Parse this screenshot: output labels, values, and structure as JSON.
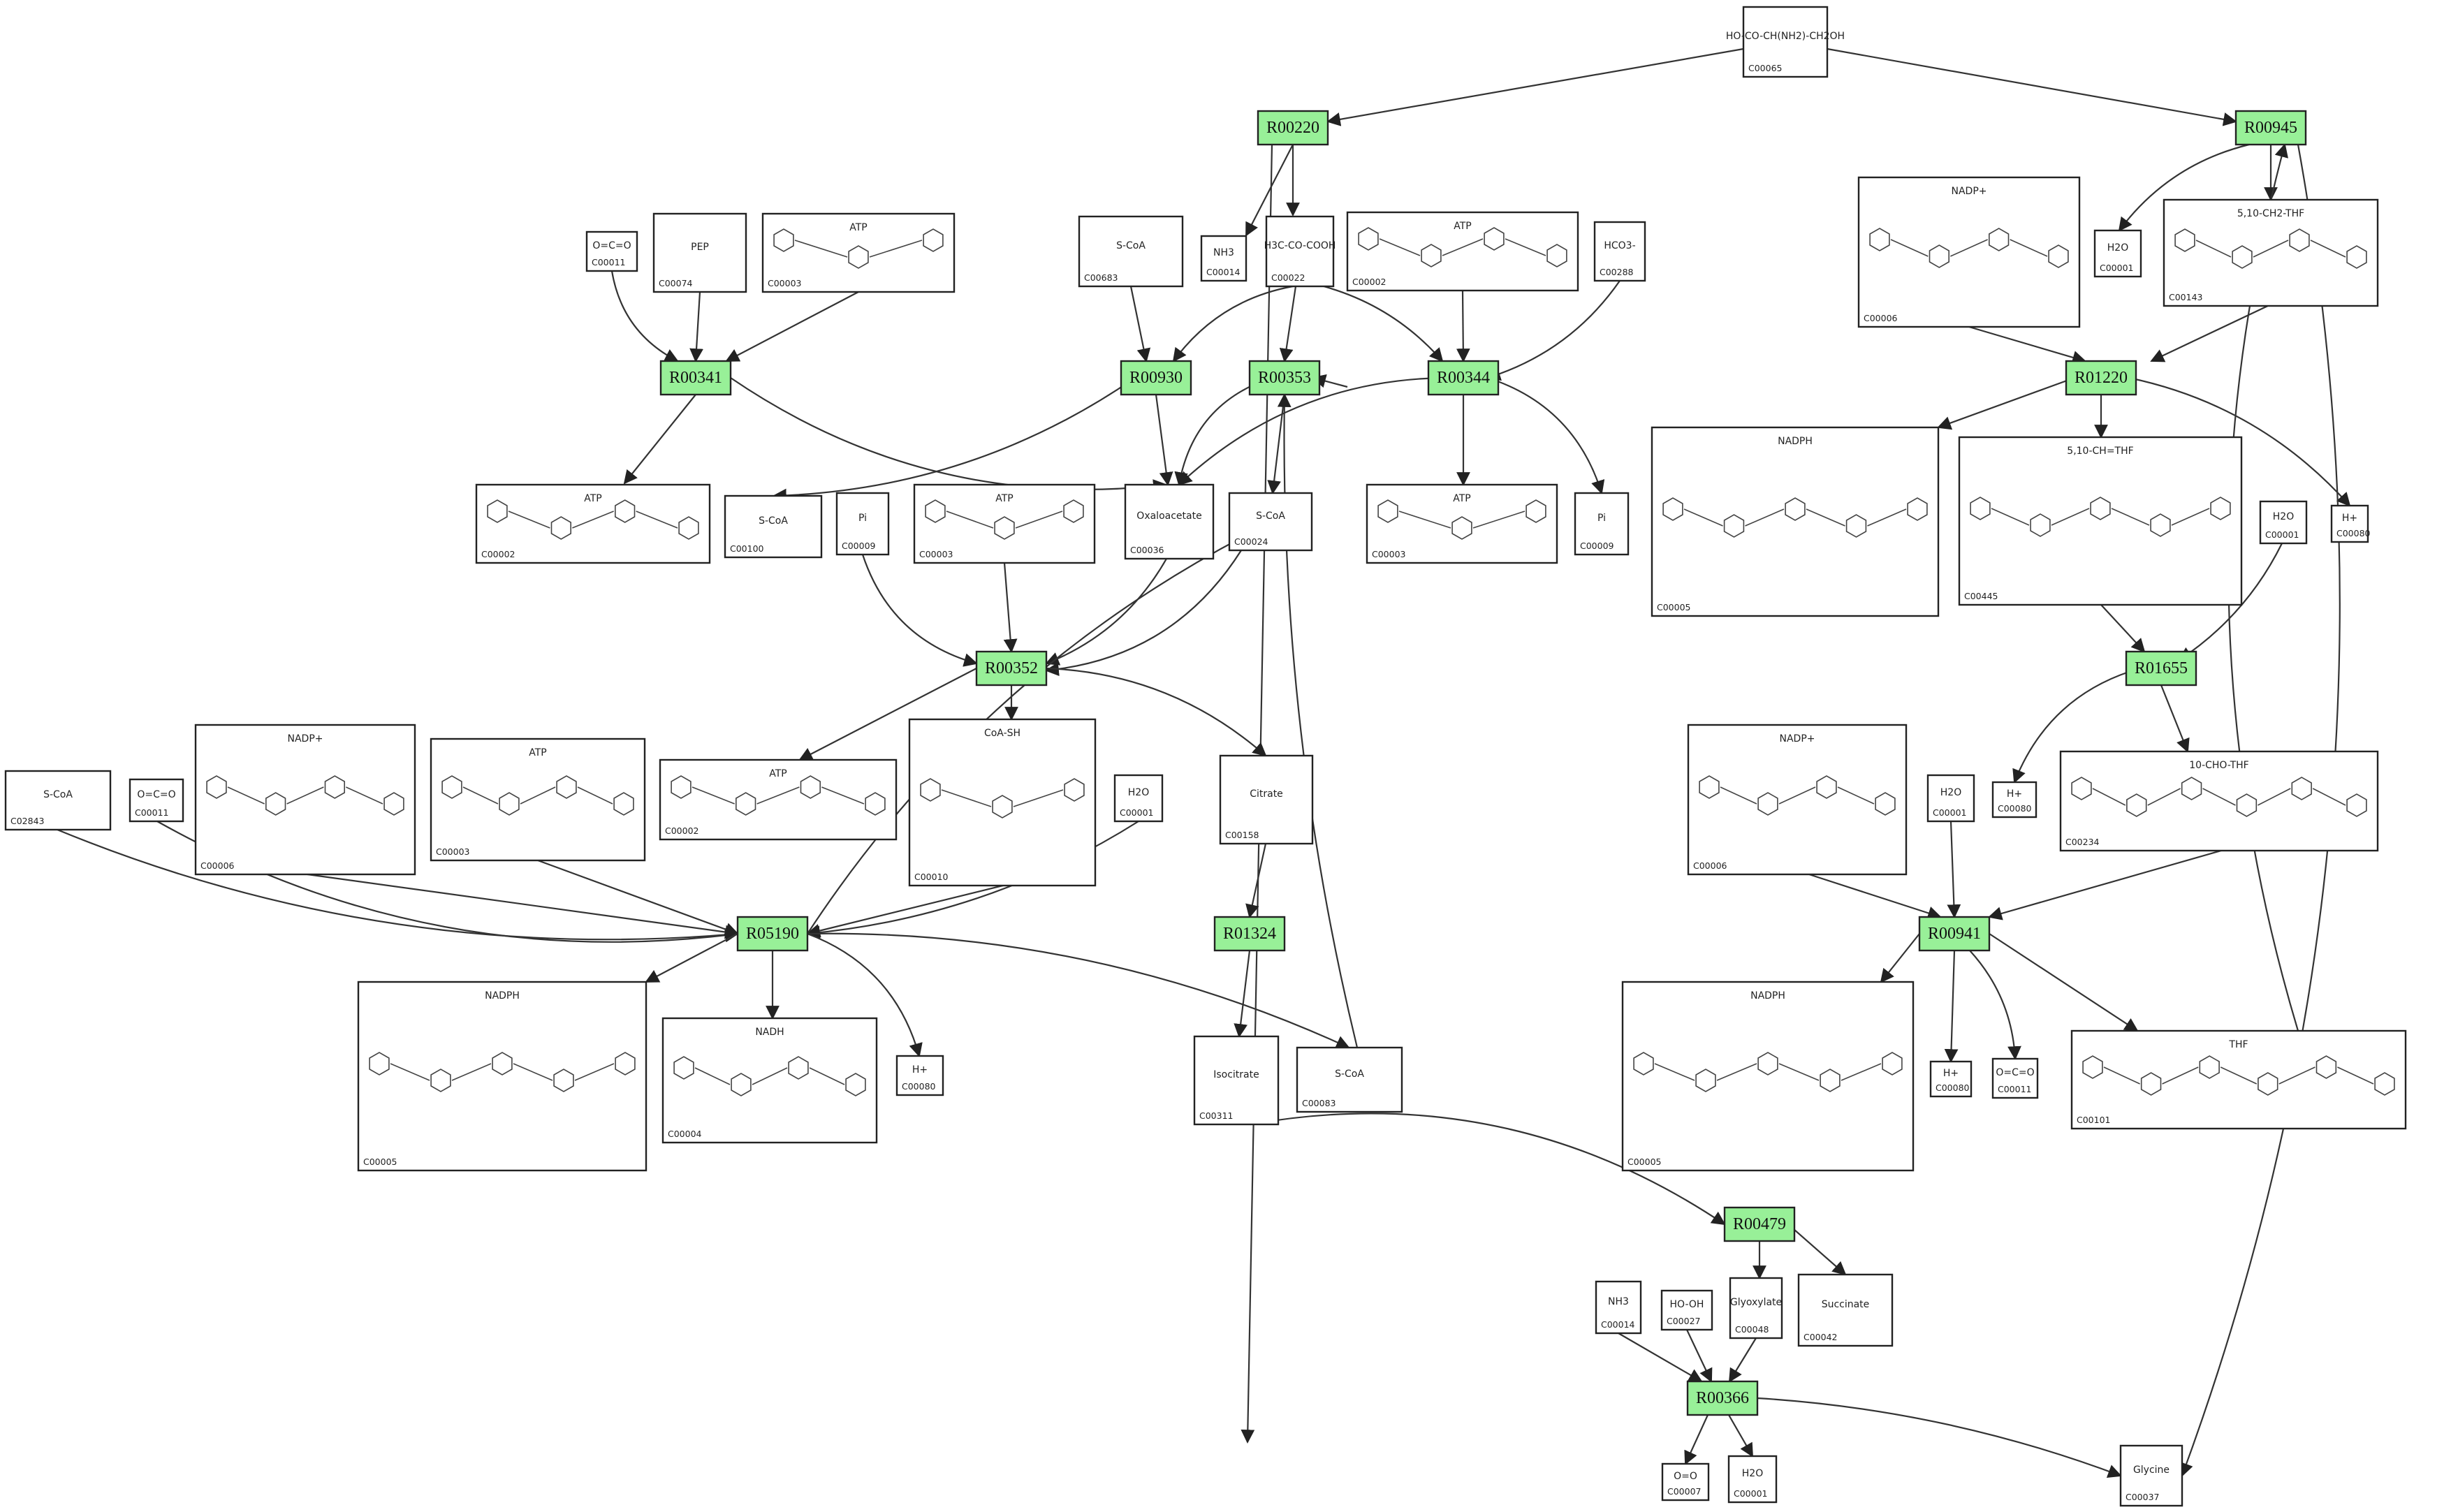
{
  "reactions": [
    {
      "id": "R00220",
      "label": "R00220"
    },
    {
      "id": "R00945",
      "label": "R00945"
    },
    {
      "id": "R00341",
      "label": "R00341"
    },
    {
      "id": "R00930",
      "label": "R00930"
    },
    {
      "id": "R00353",
      "label": "R00353"
    },
    {
      "id": "R00344",
      "label": "R00344"
    },
    {
      "id": "R01220",
      "label": "R01220"
    },
    {
      "id": "R00352",
      "label": "R00352"
    },
    {
      "id": "R01655",
      "label": "R01655"
    },
    {
      "id": "R05190",
      "label": "R05190"
    },
    {
      "id": "R01324",
      "label": "R01324"
    },
    {
      "id": "R00941",
      "label": "R00941"
    },
    {
      "id": "R00479",
      "label": "R00479"
    },
    {
      "id": "R00366",
      "label": "R00366"
    }
  ],
  "compounds": [
    {
      "id": "C00065",
      "label": "C00065",
      "formula": "HO-CO-CH(NH2)-CH2OH"
    },
    {
      "id": "C00011",
      "label": "C00011",
      "formula": "O=C=O"
    },
    {
      "id": "C00074",
      "label": "C00074",
      "formula": "PEP"
    },
    {
      "id": "C00003",
      "label": "C00003",
      "formula": "ATP"
    },
    {
      "id": "C00014",
      "label": "C00014",
      "formula": "NH3"
    },
    {
      "id": "C00683",
      "label": "C00683",
      "formula": "S-CoA"
    },
    {
      "id": "C00022",
      "label": "C00022",
      "formula": "H3C-CO-COOH"
    },
    {
      "id": "C00002",
      "label": "C00002",
      "formula": "ATP"
    },
    {
      "id": "C00288",
      "label": "C00288",
      "formula": "HCO3-"
    },
    {
      "id": "C00001",
      "label": "C00001",
      "formula": "H2O"
    },
    {
      "id": "C00006",
      "label": "C00006",
      "formula": "NADP+"
    },
    {
      "id": "C00143",
      "label": "C00143",
      "formula": "5,10-CH2-THF"
    },
    {
      "id": "C00100",
      "label": "C00100",
      "formula": "S-CoA"
    },
    {
      "id": "C00009",
      "label": "C00009",
      "formula": "Pi"
    },
    {
      "id": "C00036",
      "label": "C00036",
      "formula": "Oxaloacetate"
    },
    {
      "id": "C00024",
      "label": "C00024",
      "formula": "S-CoA"
    },
    {
      "id": "C00005",
      "label": "C00005",
      "formula": "NADPH"
    },
    {
      "id": "C00445",
      "label": "C00445",
      "formula": "5,10-CH=THF"
    },
    {
      "id": "C00080",
      "label": "C00080",
      "formula": "H+"
    },
    {
      "id": "C02843",
      "label": "C02843",
      "formula": "S-CoA"
    },
    {
      "id": "C00010",
      "label": "C00010",
      "formula": "CoA-SH"
    },
    {
      "id": "C00158",
      "label": "C00158",
      "formula": "Citrate"
    },
    {
      "id": "C00234",
      "label": "C00234",
      "formula": "10-CHO-THF"
    },
    {
      "id": "C00004",
      "label": "C00004",
      "formula": "NADH"
    },
    {
      "id": "C00083",
      "label": "C00083",
      "formula": "S-CoA"
    },
    {
      "id": "C00311",
      "label": "C00311",
      "formula": "Isocitrate"
    },
    {
      "id": "C00101",
      "label": "C00101",
      "formula": "THF"
    },
    {
      "id": "C00027",
      "label": "C00027",
      "formula": "HO-OH"
    },
    {
      "id": "C00048",
      "label": "C00048",
      "formula": "Glyoxylate"
    },
    {
      "id": "C00042",
      "label": "C00042",
      "formula": "Succinate"
    },
    {
      "id": "C00007",
      "label": "C00007",
      "formula": "O=O"
    },
    {
      "id": "C00037",
      "label": "C00037",
      "formula": "Glycine"
    }
  ]
}
